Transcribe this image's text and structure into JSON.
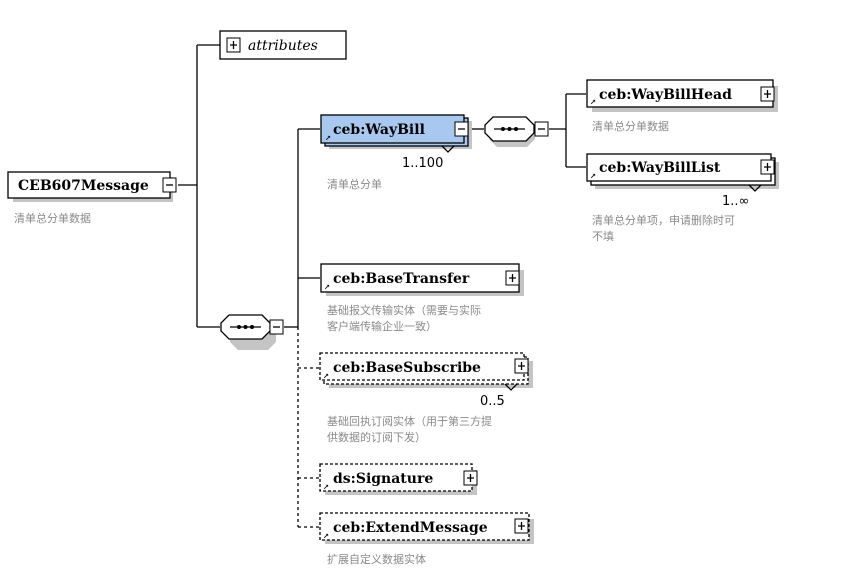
{
  "diagram": {
    "root": {
      "name": "CEB607Message",
      "annotation": "清单总分单数据",
      "toggle": "collapse"
    },
    "attributes": {
      "label": "attributes",
      "toggle": "expand"
    },
    "root_sequence": {
      "compositor": "sequence",
      "toggle": "collapse"
    },
    "waybill": {
      "name": "ceb:WayBill",
      "occurrence": "1..100",
      "annotation": "清单总分单",
      "toggle": "collapse",
      "selected": true,
      "fill_color": "#a9c8f0"
    },
    "waybill_sequence": {
      "compositor": "sequence",
      "toggle": "collapse"
    },
    "waybill_head": {
      "name": "ceb:WayBillHead",
      "annotation": "清单总分单数据",
      "toggle": "expand"
    },
    "waybill_list": {
      "name": "ceb:WayBillList",
      "occurrence": "1..∞",
      "annotation_line1": "清单总分单项，申请删除时可",
      "annotation_line2": "不填",
      "toggle": "expand"
    },
    "base_transfer": {
      "name": "ceb:BaseTransfer",
      "annotation_line1": "基础报文传输实体（需要与实际",
      "annotation_line2": "客户端传输企业一致）",
      "toggle": "expand"
    },
    "base_subscribe": {
      "name": "ceb:BaseSubscribe",
      "occurrence": "0..5",
      "annotation_line1": "基础回执订阅实体（用于第三方提",
      "annotation_line2": "供数据的订阅下发）",
      "toggle": "expand",
      "optional": true
    },
    "signature": {
      "name": "ds:Signature",
      "toggle": "expand",
      "optional": true
    },
    "extend_message": {
      "name": "ceb:ExtendMessage",
      "annotation": "扩展自定义数据实体",
      "toggle": "expand",
      "optional": true
    }
  }
}
